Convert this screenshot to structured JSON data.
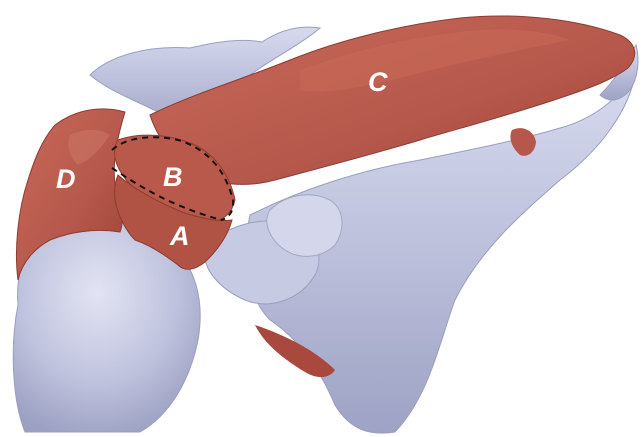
{
  "figure": {
    "labels": {
      "a": "A",
      "b": "B",
      "c": "C",
      "d": "D"
    },
    "colors": {
      "bone": "#b9bdd9",
      "bone_shadow": "#8f93b6",
      "bone_light": "#d8dbee",
      "muscle": "#b5574a",
      "muscle_dark": "#8e3b31",
      "muscle_light": "#cc7566",
      "outline": "#111111"
    }
  }
}
